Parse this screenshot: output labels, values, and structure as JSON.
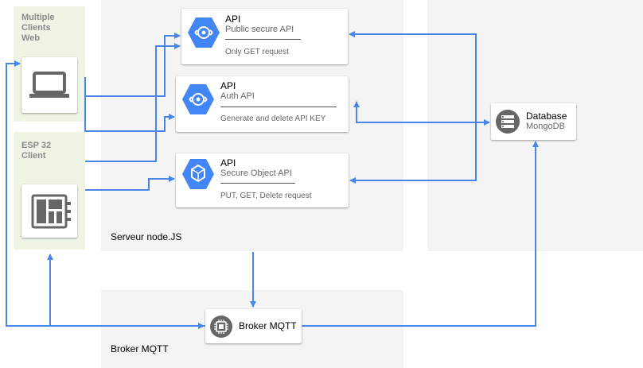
{
  "zones": {
    "web_clients_label": "Multiple\nClients\nWeb",
    "esp_client_label": "ESP 32\nClient",
    "server_label": "Serveur node.JS",
    "broker_zone_label": "Broker MQTT"
  },
  "apis": [
    {
      "title": "API",
      "subtitle": "Public secure API",
      "note": "Only GET request",
      "icon": "api-endpoints-icon"
    },
    {
      "title": "API",
      "subtitle": "Auth API",
      "note": "Generate and delete API KEY",
      "icon": "api-endpoints-icon"
    },
    {
      "title": "API",
      "subtitle": "Secure Object API",
      "note": "PUT, GET, Delete request",
      "icon": "api-engine-icon"
    }
  ],
  "database": {
    "title": "Database",
    "subtitle": "MongoDB",
    "icon": "database-icon"
  },
  "broker": {
    "label": "Broker MQTT",
    "icon": "chip-icon"
  },
  "colors": {
    "zone_gray": "#f4f4f4",
    "zone_green": "#eef5e6",
    "arrow_blue": "#4a86e8",
    "hex_blue": "#4285f4"
  }
}
